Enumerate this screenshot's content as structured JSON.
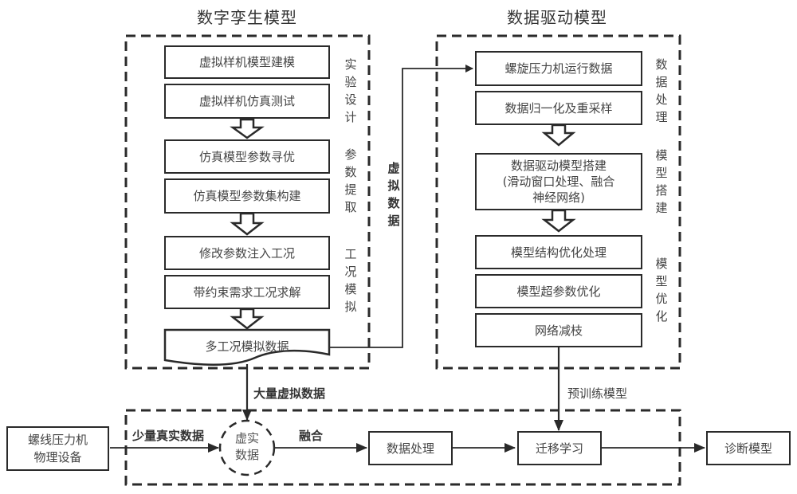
{
  "digital_twin": {
    "title": "数字孪生模型",
    "boxes": [
      "虚拟样机模型建模",
      "虚拟样机仿真测试",
      "仿真模型参数寻优",
      "仿真模型参数集构建",
      "修改参数注入工况",
      "带约束需求工况求解"
    ],
    "document": "多工况模拟数据",
    "side_labels": [
      "实验设计",
      "参数提取",
      "工况模拟"
    ]
  },
  "data_driven": {
    "title": "数据驱动模型",
    "boxes": [
      "螺旋压力机运行数据",
      "数据归一化及重采样",
      "数据驱动模型搭建\n(滑动窗口处理、融合\n神经网络)",
      "模型结构优化处理",
      "模型超参数优化",
      "网络减枝"
    ],
    "side_labels": [
      "数据处理",
      "模型搭建",
      "模型优化"
    ]
  },
  "connectors": {
    "virtual_data": "虚拟数据",
    "large_virtual_data": "大量虚拟数据",
    "pretrained_model": "预训练模型",
    "small_real_data": "少量真实数据",
    "fusion": "融合"
  },
  "bottom": {
    "physical_device": "螺线压力机\n物理设备",
    "virtual_real_data": "虚实\n数据",
    "data_processing": "数据处理",
    "transfer_learning": "迁移学习",
    "diagnosis_model": "诊断模型"
  }
}
